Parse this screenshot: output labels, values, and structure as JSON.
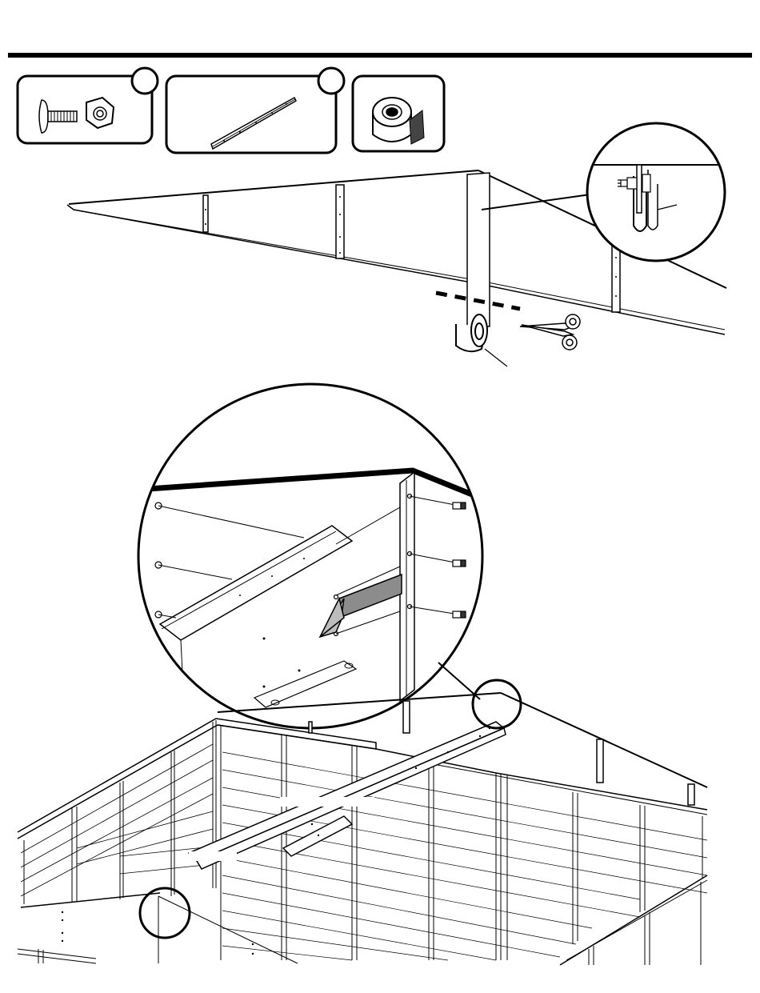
{
  "page": {
    "title": "",
    "step_number": ""
  },
  "parts": [
    {
      "name": "bolt-and-nut",
      "quantity": ""
    },
    {
      "name": "roof-angle-strip",
      "quantity": ""
    },
    {
      "name": "adhesive-tape-roll",
      "quantity": ""
    }
  ],
  "colors": {
    "ink": "#000000",
    "paper": "#ffffff",
    "arrow_fill": "#8c8c8c",
    "arrow_tip": "#bdbdbd"
  },
  "icons": [
    "bolt-nut-icon",
    "angle-strip-icon",
    "tape-roll-icon",
    "scissors-icon",
    "direction-arrow-icon"
  ]
}
